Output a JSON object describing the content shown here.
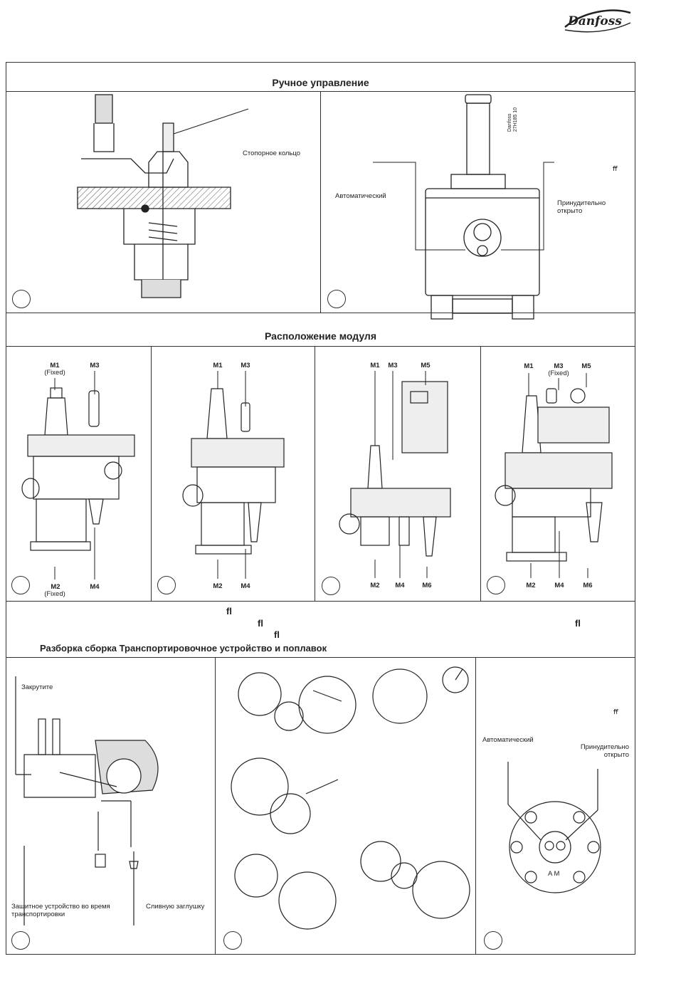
{
  "brand": {
    "logo_text": "Danfoss"
  },
  "sections": {
    "manual": {
      "title": "Ручное управление"
    },
    "module": {
      "title": "Расположение модуля"
    },
    "disassembly": {
      "title": "Разборка  сборка  Транспортировочное устройство и поплавок"
    }
  },
  "manual": {
    "stop_ring": "Стопорное кольцо",
    "automatic": "Автоматический",
    "forced_line1": "Принудительно",
    "forced_line2": "открыто",
    "ff": "ﬀ",
    "stamp_line1": "Danfoss",
    "stamp_line2": "27H185 10"
  },
  "modules": [
    {
      "top": [
        "M1",
        "M3"
      ],
      "top_sub": [
        "(Fixed)",
        ""
      ],
      "bottom": [
        "M2",
        "M4"
      ],
      "bottom_sub": [
        "(Fixed)",
        ""
      ]
    },
    {
      "top": [
        "M1",
        "M3"
      ],
      "bottom": [
        "M2",
        "M4"
      ]
    },
    {
      "top": [
        "M1",
        "M3",
        "M5"
      ],
      "bottom": [
        "M2",
        "M4",
        "M6"
      ]
    },
    {
      "top": [
        "M1",
        "M3",
        "M5"
      ],
      "top_sub": [
        "",
        "(Fixed)",
        ""
      ],
      "bottom": [
        "M2",
        "M4",
        "M6"
      ]
    }
  ],
  "notes": {
    "fl": "ﬂ"
  },
  "disassembly": {
    "screw_in": "Закрутите",
    "transport_line1": "Защитное устройство во время",
    "transport_line2": "транспортировки",
    "drain_plug": "Сливную заглушку",
    "automatic": "Автоматический",
    "forced_line1": "Принудительно",
    "forced_line2": "открыто",
    "ff": "ﬀ",
    "am": "A  M"
  }
}
